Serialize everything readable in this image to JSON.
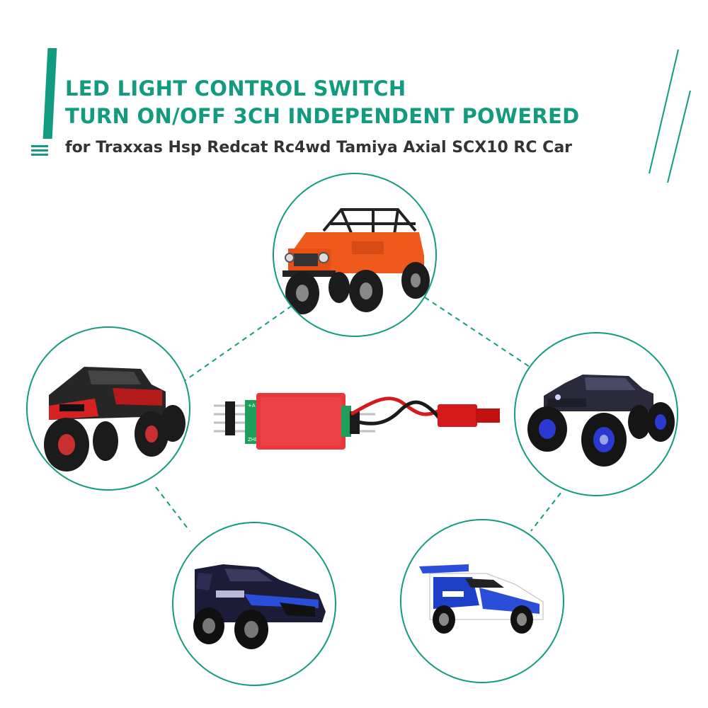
{
  "header": {
    "title_line1": "LED LIGHT CONTROL SWITCH",
    "title_line2": "TURN ON/OFF 3CH INDEPENDENT POWERED",
    "subtitle": "for Traxxas Hsp Redcat Rc4wd Tamiya Axial SCX10 RC Car"
  },
  "colors": {
    "accent": "#139b7f",
    "module_body": "#e8383d",
    "pcb": "#1e9e5a"
  },
  "vehicles": [
    {
      "name": "orange-crawler",
      "icon": "rock-crawler-image"
    },
    {
      "name": "red-monster-truck",
      "icon": "monster-truck-image"
    },
    {
      "name": "blue-monster-truck",
      "icon": "monster-truck-image"
    },
    {
      "name": "rally-car",
      "icon": "rally-car-image"
    },
    {
      "name": "epson-race-car",
      "icon": "race-car-image"
    }
  ],
  "product": {
    "icon": "led-switch-module-image",
    "pin_labels": [
      "+A",
      "ZHD"
    ]
  }
}
